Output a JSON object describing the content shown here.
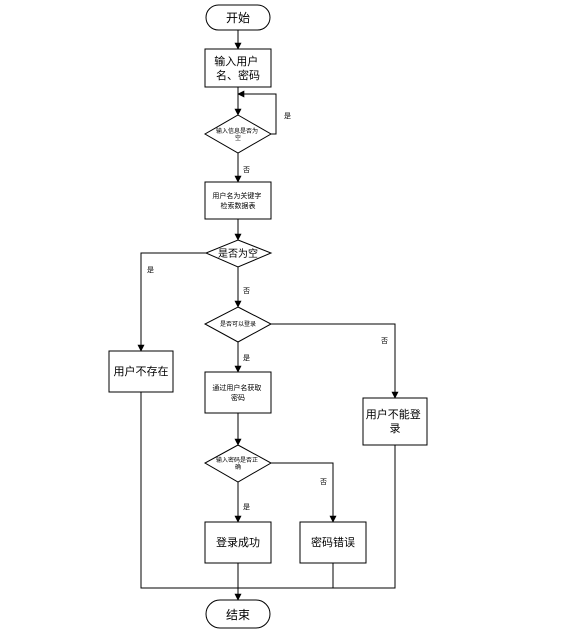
{
  "diagram": {
    "nodes": {
      "start": "开始",
      "input": [
        "输入用户",
        "名、密码"
      ],
      "check_empty_input": [
        "输入信息是否为",
        "空"
      ],
      "search_db": [
        "用户名为关键字",
        "检索数据表"
      ],
      "is_empty": "是否为空",
      "can_login": "是否可以登录",
      "user_not_exist": "用户不存在",
      "get_password": [
        "通过用户名获取",
        "密码"
      ],
      "cannot_login": [
        "用户不能登",
        "录"
      ],
      "check_password": [
        "输入密码是否正",
        "确"
      ],
      "login_success": "登录成功",
      "password_error": "密码错误",
      "end": "结束"
    },
    "labels": {
      "yes": "是",
      "no": "否"
    }
  }
}
